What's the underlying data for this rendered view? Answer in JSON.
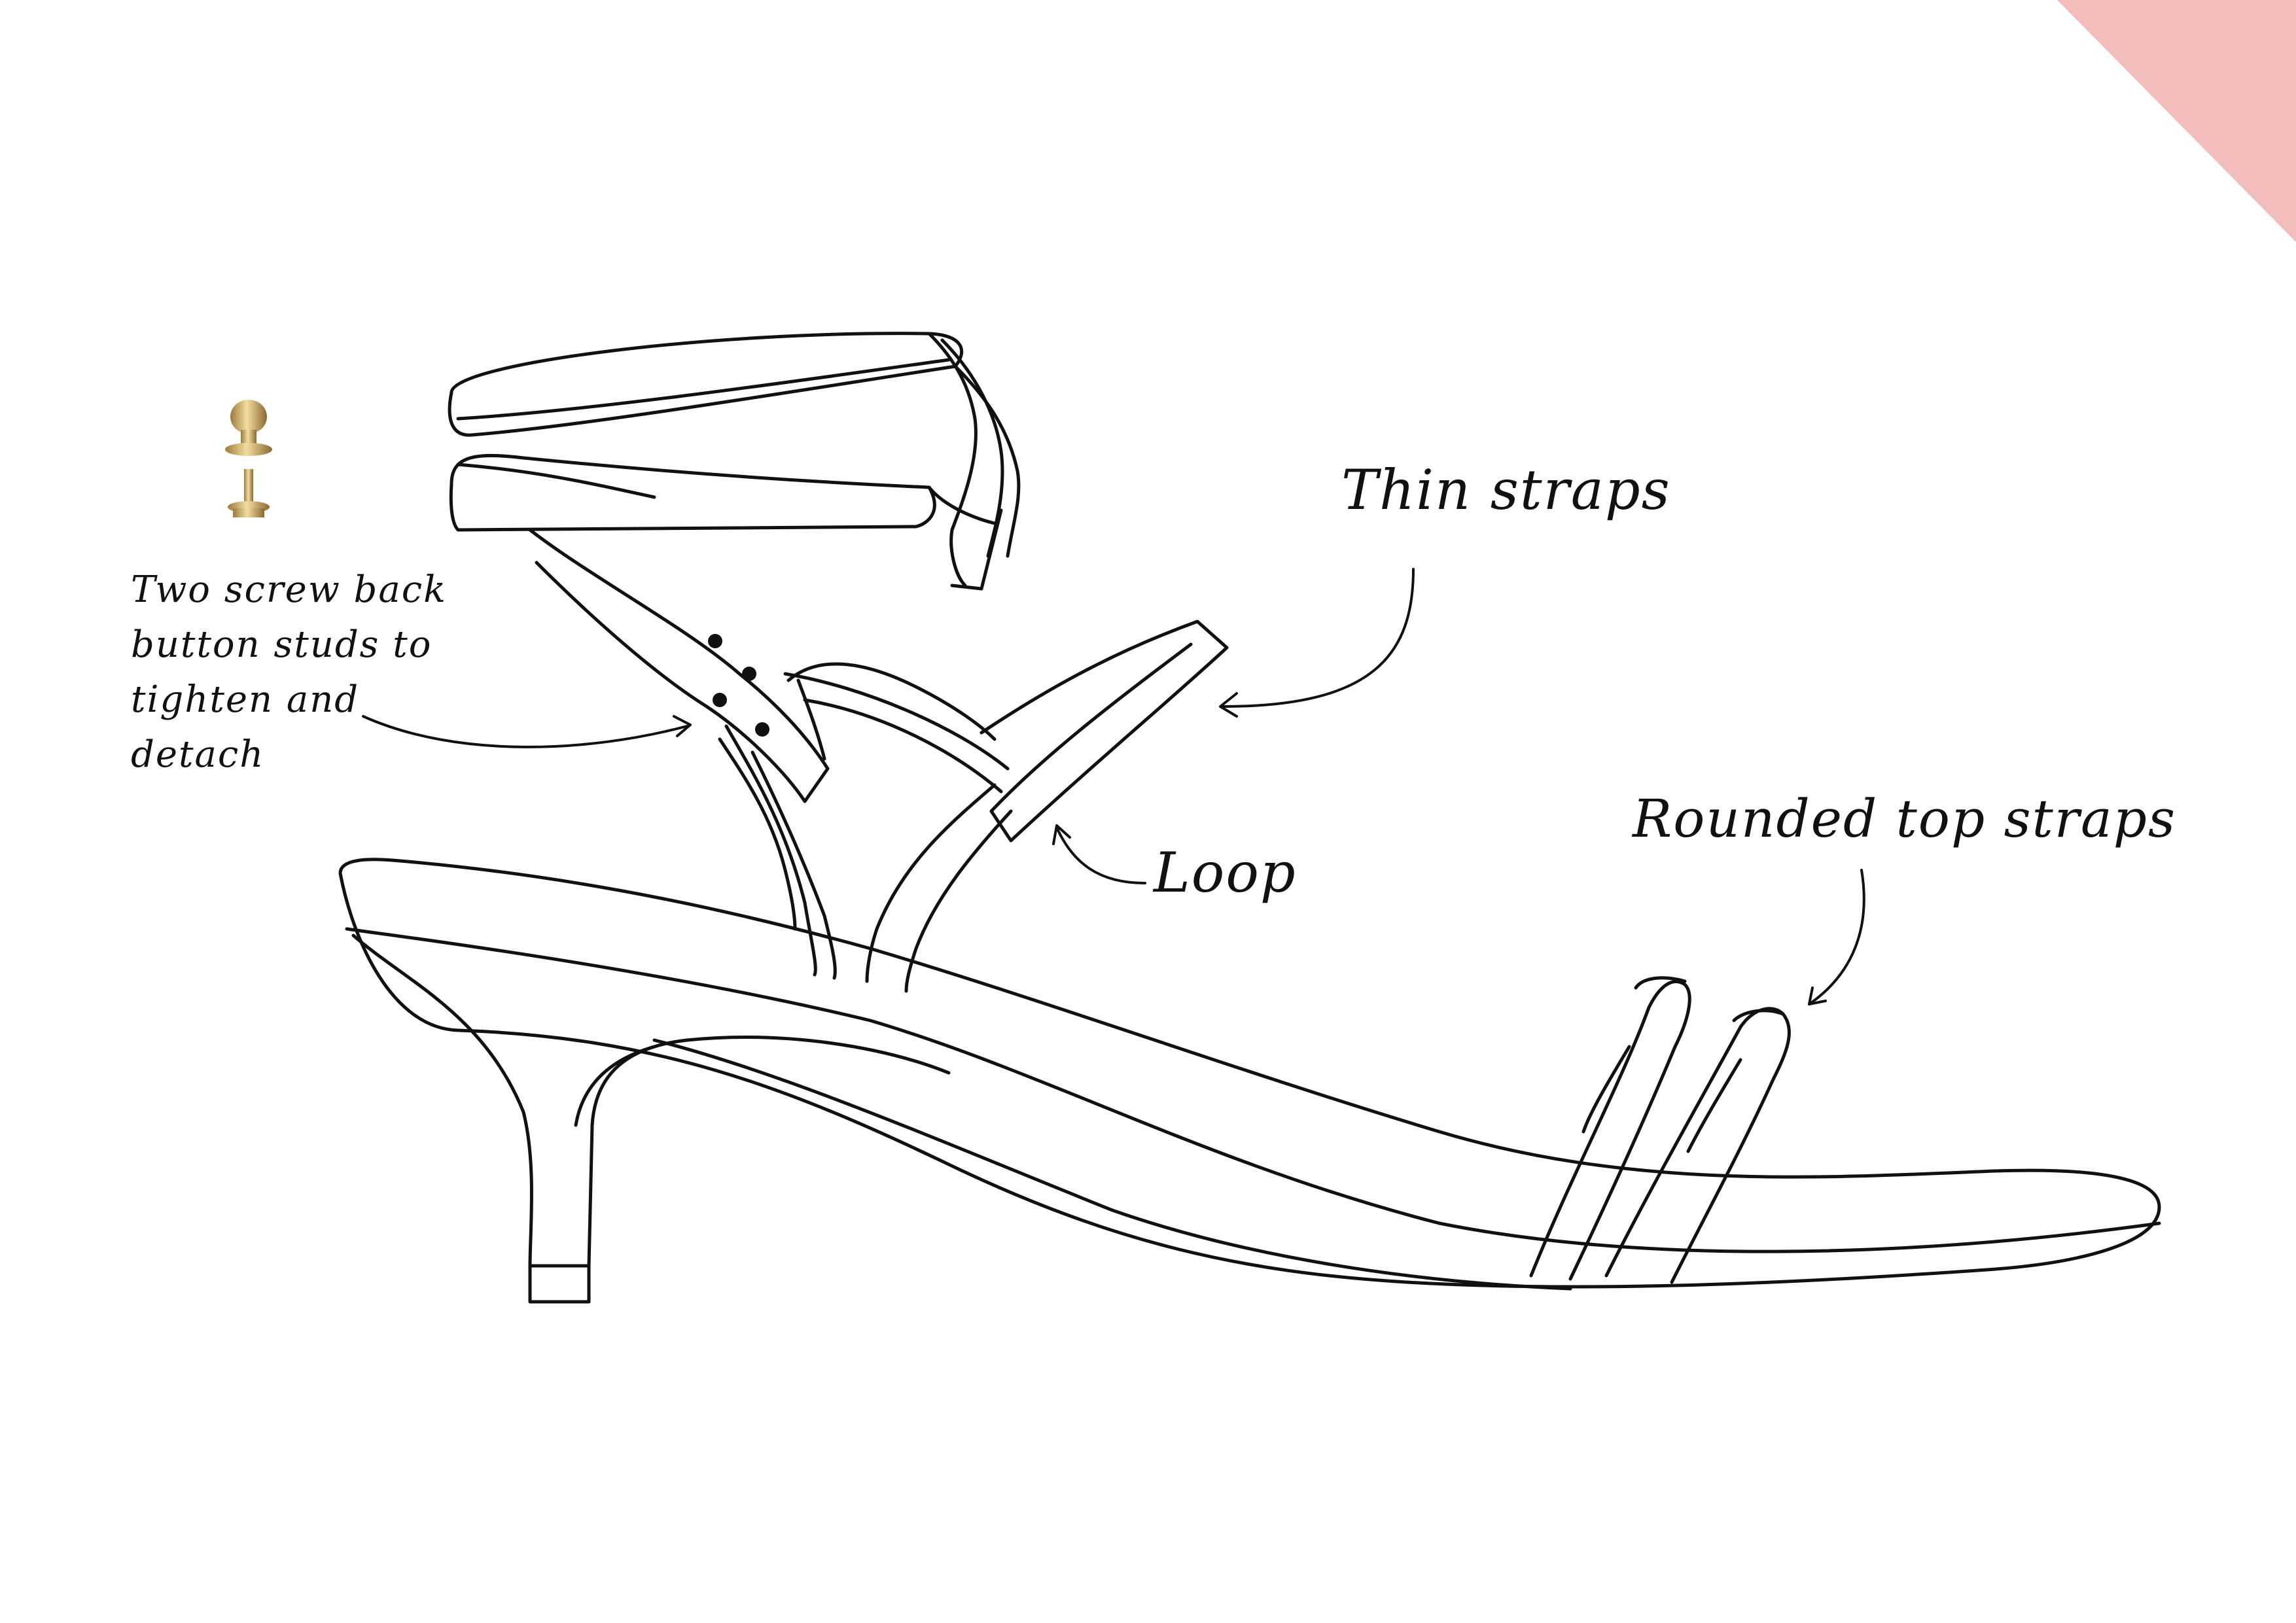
{
  "accent_color": "#f3bdbb",
  "stroke_color": "#111111",
  "labels": {
    "thin_straps": "Thin straps",
    "rounded_top_straps": "Rounded top straps",
    "loop": "Loop",
    "studs_lines": [
      "Two screw back",
      "button studs to",
      "tighten and",
      "detach"
    ]
  },
  "icons": {
    "stud": "screw-back-stud-icon"
  }
}
